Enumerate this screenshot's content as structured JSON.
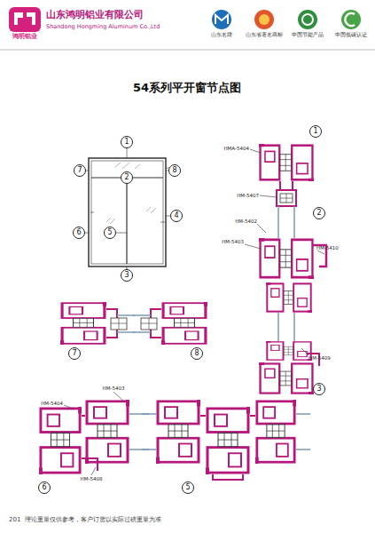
{
  "diagram": {
    "title": "54系列平开窗节点图",
    "nodes": [
      {
        "text": [
          "1"
        ]
      },
      {
        "text": [
          "7"
        ]
      },
      {
        "text": [
          "2"
        ]
      },
      {
        "text": [
          "8"
        ]
      },
      {
        "text": [
          "4"
        ]
      },
      {
        "text": [
          "6"
        ]
      },
      {
        "text": [
          "5"
        ]
      },
      {
        "text": [
          "3"
        ]
      },
      {
        "text": [
          "1"
        ]
      },
      {
        "text": [
          "2"
        ]
      },
      {
        "text": [
          "3"
        ]
      },
      {
        "text": [
          "7"
        ]
      },
      {
        "text": [
          "8"
        ]
      },
      {
        "text": [
          "6"
        ]
      },
      {
        "text": [
          "5"
        ]
      }
    ],
    "labels": [
      "鸿明铝业",
      "山东鸿明铝业有限公司",
      "Shandong Hongming Aluminum Co.,Ltd",
      "山东名牌",
      "山东省著名商标",
      "中国节能产品",
      "中国低碳认证",
      "HMA-5404",
      "HM-5407",
      "HM-5402",
      "HM-5403",
      "HM-5410",
      "HM-5409",
      "HM-5403",
      "HM-5404",
      "HM-5408",
      "201",
      "理论重量仅供参考，客户订货以实际过磅重量为准"
    ]
  }
}
